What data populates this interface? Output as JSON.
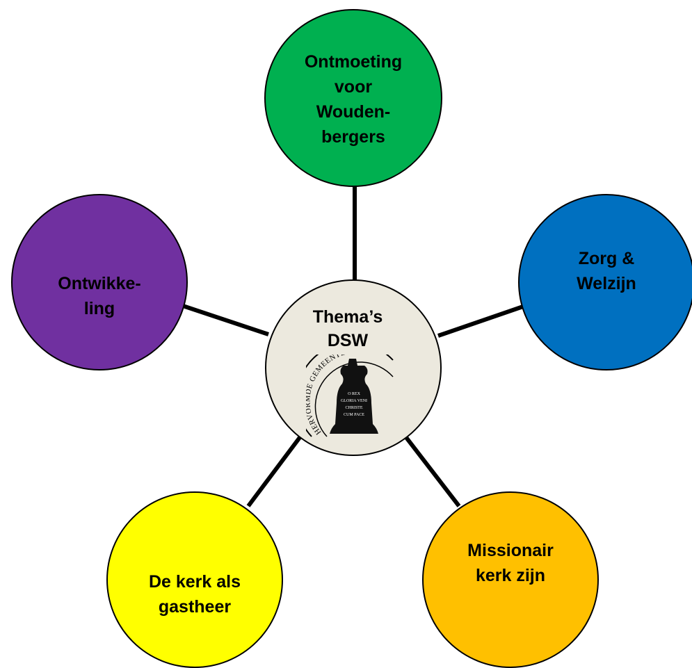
{
  "center": {
    "title": "Thema’s\nDSW",
    "fill": "#ece9de",
    "logo": {
      "name": "seal-logo",
      "text_arc": "HERVORMDE GEMEENTE WO",
      "bell_lines": [
        "O REX",
        "GLORIA VENI",
        "CHRISTE",
        "CUM PACE"
      ]
    }
  },
  "themes": [
    {
      "id": "ontmoeting",
      "label": "Ontmoeting\nvoor\nWouden-\nbergers",
      "fill": "#00b050"
    },
    {
      "id": "zorg",
      "label": "Zorg &\nWelzijn",
      "fill": "#0070c0"
    },
    {
      "id": "missionair",
      "label": "Missionair\nkerk zijn",
      "fill": "#ffc000"
    },
    {
      "id": "gastheer",
      "label": "De kerk als\ngastheer",
      "fill": "#ffff00"
    },
    {
      "id": "ontwikkeling",
      "label": "Ontwikke-\nling",
      "fill": "#7030a0"
    }
  ]
}
